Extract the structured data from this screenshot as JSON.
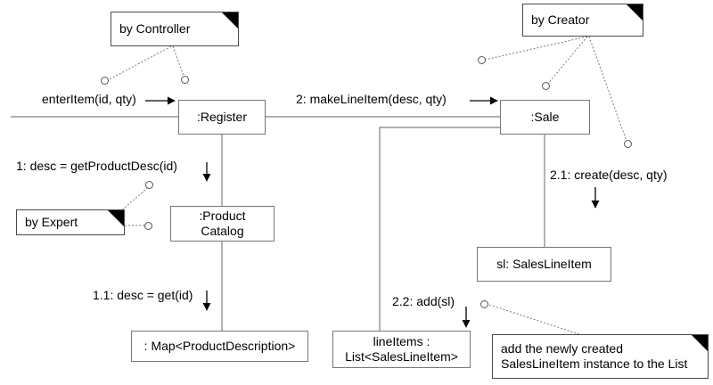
{
  "diagram": {
    "title": "UML communication diagram - enterItem with GRASP patterns",
    "type": "uml-communication-diagram",
    "colors": {
      "line": "#808080",
      "dotted": "#7a7a7a",
      "box_border": "#777777",
      "note_border": "#4a4a4a",
      "fold": "#000000",
      "text": "#000000",
      "background": "#ffffff"
    }
  },
  "objects": [
    {
      "id": "register",
      "label": ":Register"
    },
    {
      "id": "sale",
      "label": ":Sale"
    },
    {
      "id": "catalog",
      "label": ":Product\nCatalog"
    },
    {
      "id": "map",
      "label": ": Map<ProductDescription>"
    },
    {
      "id": "sli",
      "label": "sl: SalesLineItem"
    },
    {
      "id": "lineitems",
      "label": "lineItems :\nList<SalesLineItem>"
    }
  ],
  "notes": [
    {
      "id": "note-controller",
      "text": "by Controller"
    },
    {
      "id": "note-creator",
      "text": "by Creator"
    },
    {
      "id": "note-expert",
      "text": "by Expert"
    },
    {
      "id": "note-add",
      "text": "add the newly created\nSalesLineItem instance to the List"
    }
  ],
  "messages": [
    {
      "id": "msg-enteritem",
      "text": "enterItem(id, qty)"
    },
    {
      "id": "msg-makelineitem",
      "text": "2: makeLineItem(desc, qty)"
    },
    {
      "id": "msg-getproductdesc",
      "text": "1: desc = getProductDesc(id)"
    },
    {
      "id": "msg-get",
      "text": "1.1: desc = get(id)"
    },
    {
      "id": "msg-create",
      "text": "2.1: create(desc, qty)"
    },
    {
      "id": "msg-add",
      "text": "2.2: add(sl)"
    }
  ]
}
